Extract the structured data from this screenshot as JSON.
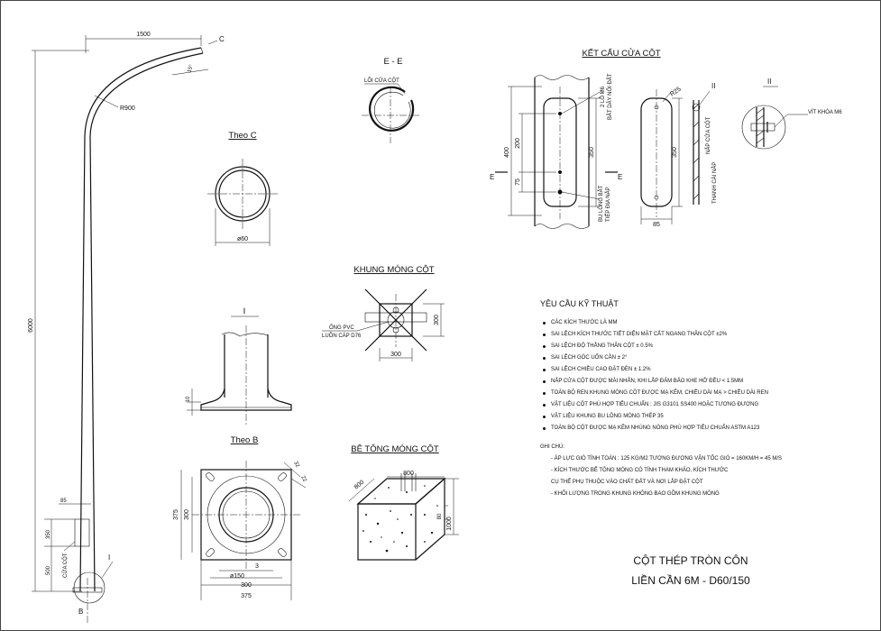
{
  "main_pole": {
    "dims": {
      "arm": "1500",
      "radius": "R900",
      "height": "6000",
      "flange_w": "85",
      "door_h": "350",
      "door_low": "500",
      "angle": "15°"
    },
    "markers": {
      "c": "C",
      "i": "I",
      "b": "B"
    },
    "door_label": "CỬA CỘT"
  },
  "section_ee": {
    "title": "E - E",
    "label": "LÕI CỬA CỘT"
  },
  "view_c": {
    "title": "Theo C",
    "dim": "ø60"
  },
  "detail_i": {
    "title": "I",
    "dim": "10"
  },
  "view_b": {
    "title": "Theo B",
    "dims": {
      "w375": "375",
      "w300": "300",
      "h375": "375",
      "h300": "300",
      "d150": "ø150",
      "s3": "3",
      "s32": "32",
      "s22": "22"
    }
  },
  "foundation_cage": {
    "title": "KHUNG MÓNG CỘT",
    "label1": "ỐNG PVC",
    "label2": "LUỒN CÁP D76",
    "dim_w": "300",
    "dim_h": "300"
  },
  "concrete": {
    "title": "BÊ TÔNG MÓNG CỘT",
    "d800a": "800",
    "d800b": "800",
    "d80": "80",
    "d1000": "1000"
  },
  "door_structure": {
    "title": "KẾT CẤU CỬA CỘT",
    "dims": {
      "d400": "400",
      "d200": "200",
      "d75": "75",
      "d350": "350",
      "d350b": "350",
      "d85": "85",
      "r25": "R25"
    },
    "labels": {
      "hole": "2 LỖ M6",
      "bat": "BẮT DÂY NỐI ĐẤT",
      "bu_long": "BU LÔNG BẮT",
      "tiep_dia": "TIẾP ĐỊA NẮP",
      "nap": "NẮP CỬA CỘT",
      "thanh": "THANH CÀI NẮP",
      "vit": "VÍT KHÓA M6"
    },
    "section_mark": "E",
    "detail_mark": "II",
    "detail_title": "II"
  },
  "requirements": {
    "title": "YÊU CẦU KỸ THUẬT",
    "items": [
      "CÁC KÍCH THƯỚC LÀ MM",
      "SAI LỆCH KÍCH THƯỚC TIẾT DIỆN MẶT CẮT NGANG THÂN CỘT      ±2%",
      "SAI LỆCH ĐỘ THẲNG THÂN CỘT   ± 0.5%",
      "SAI LỆCH GÓC UỐN CẦN   ± 2°",
      "SAI LỆCH CHIỀU CAO ĐẶT ĐÈN    ± 1.2%",
      "NẮP CỬA CỘT ĐƯỢC MÀI NHẴN, KHI LẮP ĐẢM BẢO KHE HỞ ĐỀU < 1.5MM",
      "TOÀN BỘ REN KHUNG MÓNG CỘT ĐƯỢC MẠ KẼM, CHIỀU DÀI MẠ > CHIỀU DÀI REN",
      "VẬT LIỆU CỘT PHÙ HỢP TIÊU CHUẨN : JIS G3101 SS400 HOẶC TƯƠNG ĐƯƠNG",
      "VẬT LIỆU KHUNG BU LÔNG MÓNG THÉP 35",
      "TOÀN BỘ CỘT ĐƯỢC MẠ KẼM NHÚNG NÓNG PHÙ HỢP TIÊU CHUẨN ASTM A123"
    ],
    "notes_title": "GHI CHÚ:",
    "notes": [
      "- ÁP LỰC GIÓ TÍNH TOÁN : 125 KG/M2 TƯƠNG ĐƯƠNG VẬN TỐC GIÓ = 160KM/H = 45 M/S",
      "- KÍCH THƯỚC BÊ TÔNG MÓNG CÓ TÍNH THAM KHẢO, KÍCH THƯỚC",
      "  CỤ THỂ PHỤ THUỘC VÀO CHẤT ĐẤT VÀ NƠI LẮP ĐẶT CỘT",
      "- KHỐI LƯỢNG TRONG KHUNG KHÔNG BAO GỒM KHUNG MÓNG"
    ]
  },
  "title_block": {
    "line1": "CỘT THÉP TRÒN CÔN",
    "line2": "LIỀN CẦN 6M - D60/150"
  }
}
